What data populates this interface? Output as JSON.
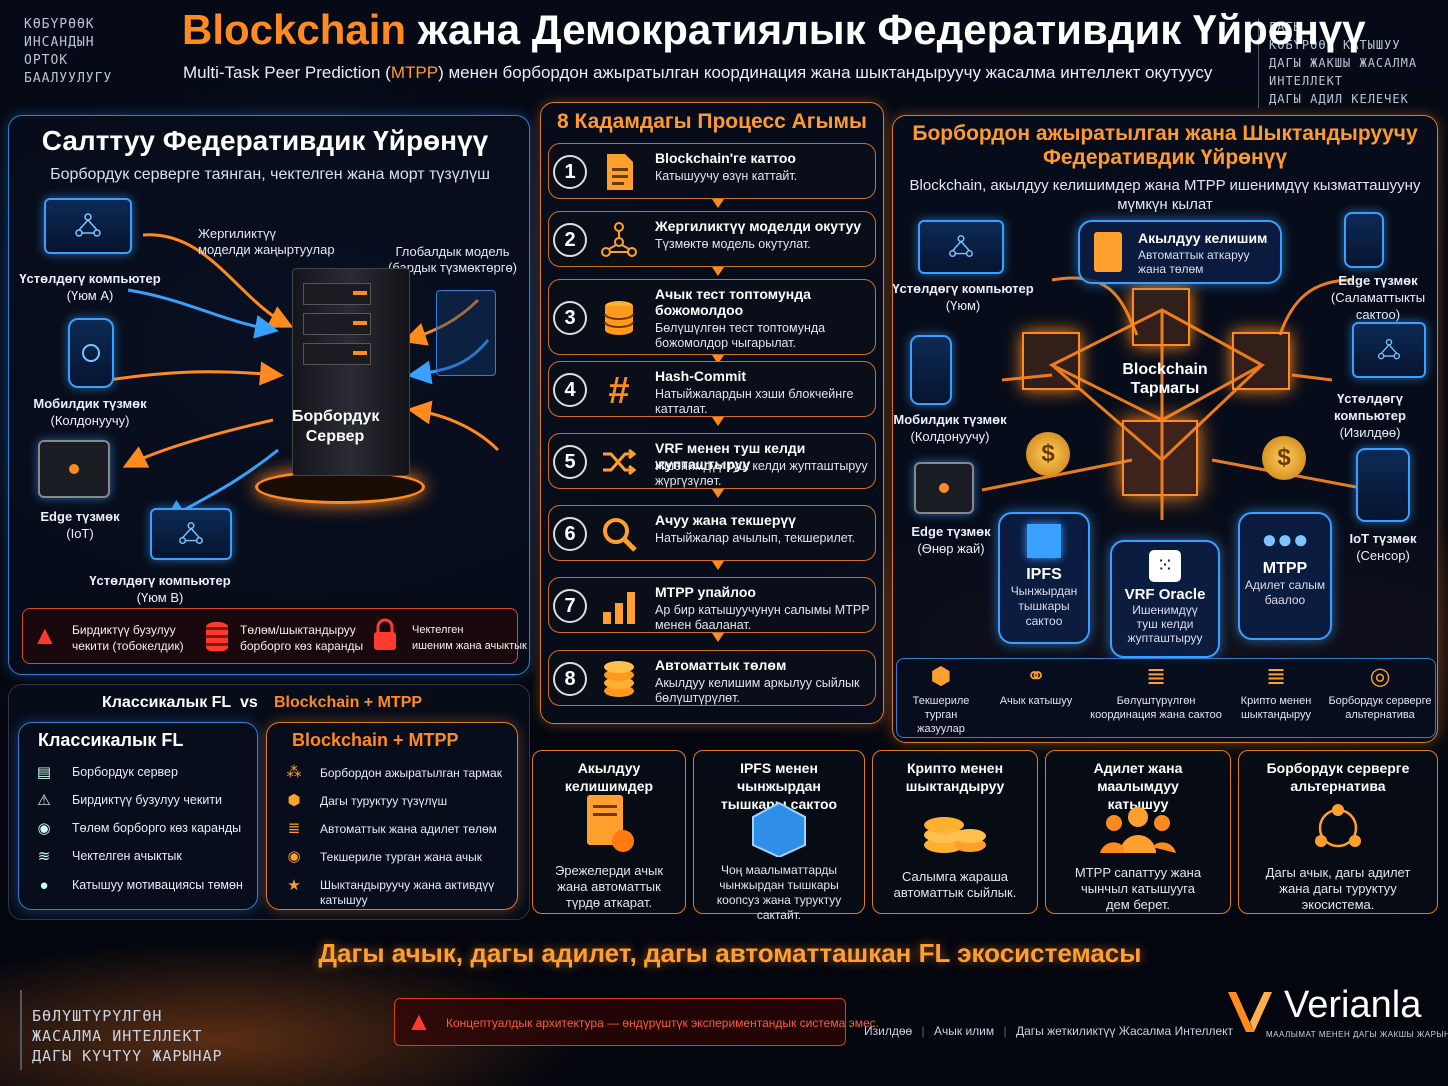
{
  "corner_tl": [
    "КӨБҮРӨӨК",
    "ИНСАНДЫН",
    "ОРТОК",
    "БААЛУУЛУГУ"
  ],
  "corner_tr": [
    "ДАГЫ",
    "КӨБҮРӨӨК КАТЫШУУ",
    "ДАГЫ ЖАКШЫ ЖАСАЛМА ИНТЕЛЛЕКТ",
    "ДАГЫ АДИЛ КЕЛЕЧЕК"
  ],
  "title_highlight": "Blockchain",
  "title_rest": " жана Демократиялык Федеративдик Үйрөнүү",
  "subtitle_a": "Multi-Task Peer Prediction (",
  "subtitle_b": "MTPP",
  "subtitle_c": ") менен борбордон ажыратылган координация жана шыктандыруучу жасалма интеллект окутуусу",
  "left": {
    "title": "Салттуу Федеративдик Үйрөнүү",
    "subtitle": "Борбордук серверге таянган, чектелген жана морт түзүлүш",
    "label_local": "Жергиликтүү\nмоделди жаңыртуулар",
    "label_global": "Глобалдык модель\n(бардык түзмөктөргө)",
    "server": "Борбордук\nСервер",
    "nodes": [
      {
        "t": "Үстөлдөгү компьютер",
        "s": "(Үюм А)"
      },
      {
        "t": "Мобилдик түзмөк",
        "s": "(Колдонуучу)"
      },
      {
        "t": "Edge түзмөк",
        "s": "(IoT)"
      },
      {
        "t": "Үстөлдөгү компьютер",
        "s": "(Үюм В)"
      }
    ],
    "warnings": [
      "Бирдиктүү бузулуу\nчекити (тобокелдик)",
      "Төлөм/шыктандыруу\nборборго көз каранды",
      "Чектелген\nишеним жана ачыктык"
    ]
  },
  "process": {
    "title": "8 Кадамдагы Процесс Агымы",
    "steps": [
      {
        "n": "1",
        "t": "Blockchain'ге каттоо",
        "d": "Катышуучу өзүн каттайт.",
        "icon": "document-icon"
      },
      {
        "n": "2",
        "t": "Жергиликтүү моделди окутуу",
        "d": "Түзмөктө модель окутулат.",
        "icon": "network-icon"
      },
      {
        "n": "3",
        "t": "Ачык тест топтомунда божомолдоо",
        "d": "Бөлүшүлгөн тест топтомунда божомолдор чыгарылат.",
        "icon": "database-icon"
      },
      {
        "n": "4",
        "t": "Hash-Commit",
        "d": "Натыйжалардын хэши блокчейнге катталат.",
        "icon": "hash-icon"
      },
      {
        "n": "5",
        "t": "VRF менен туш келди жупташтыруу",
        "d": "Ишенимдүү туш келди жупташтыруу жүргүзүлөт.",
        "icon": "shuffle-icon"
      },
      {
        "n": "6",
        "t": "Ачуу жана текшерүү",
        "d": "Натыйжалар ачылып, текшерилет.",
        "icon": "search-icon"
      },
      {
        "n": "7",
        "t": "MTPP упайлоо",
        "d": "Ар бир катышуучунун салымы MTPP менен бааланат.",
        "icon": "bar-chart-icon"
      },
      {
        "n": "8",
        "t": "Автоматтык төлөм",
        "d": "Акылдуу келишим аркылуу сыйлык бөлүштүрүлөт.",
        "icon": "coins-icon"
      }
    ]
  },
  "right": {
    "title": "Борбордон ажыратылган жана Шыктандыруучу\nФедеративдик Үйрөнүү",
    "subtitle": "Blockchain, акылдуу келишимдер жана MTPP ишенимдүү кызматташууну\nмүмкүн кылат",
    "contract": {
      "t": "Акылдуу келишим",
      "s": "Автоматтык аткаруу\nжана төлөм"
    },
    "chain": "Blockchain\nТармагы",
    "nodes": [
      {
        "t": "Үстөлдөгү компьютер",
        "s": "(Үюм)"
      },
      {
        "t": "Edge түзмөк",
        "s": "(Саламаттыкты\nсактоо)"
      },
      {
        "t": "Мобилдик түзмөк",
        "s": "(Колдонуучу)"
      },
      {
        "t": "Үстөлдөгү компьютер",
        "s": "(Изилдөө)"
      },
      {
        "t": "Edge түзмөк",
        "s": "(Өнөр жай)"
      },
      {
        "t": "IoT түзмөк",
        "s": "(Сенсор)"
      }
    ],
    "services": [
      {
        "t": "IPFS",
        "s": "Чынжырдан\nтышкары\nсактоо"
      },
      {
        "t": "VRF Oracle",
        "s": "Ишенимдүү\nтуш келди\nжупташтыруу"
      },
      {
        "t": "MTPP",
        "s": "Адилет салым\nбаалоо"
      }
    ],
    "strip": [
      "Текшериле турган\nжазуулар",
      "Ачык катышуу",
      "Бөлүштүрүлгөн\nкоординация жана сактоо",
      "Крипто менен\nшыктандыруу",
      "Борбордук серверге\nальтернатива"
    ]
  },
  "compare": {
    "header_a": "Классикалык FL",
    "header_vs": "vs",
    "header_b": "Blockchain + MTPP",
    "classic_title": "Классикалык FL",
    "classic": [
      "Борбордук сервер",
      "Бирдиктүү бузулуу чекити",
      "Төлөм борборго көз каранды",
      "Чектелген ачыктык",
      "Катышуу мотивациясы төмөн"
    ],
    "bc_title": "Blockchain + MTPP",
    "bc": [
      "Борбордон ажыратылган тармак",
      "Дагы туруктуу түзүлүш",
      "Автоматтык жана адилет төлөм",
      "Текшериле турган жана ачык",
      "Шыктандыруучу жана активдүү\nкатышуу"
    ]
  },
  "features": [
    {
      "t": "Акылдуу келишимдер",
      "d": "Эрежелерди ачык\nжана автоматтык\nтүрдө аткарат."
    },
    {
      "t": "IPFS менен чынжырдан\nтышкары сактоо",
      "d": "Чоң маалыматтарды\nчынжырдан тышкары\nкоопсуз жана туруктуу сактайт."
    },
    {
      "t": "Крипто менен\nшыктандыруу",
      "d": "Салымга жараша\nавтоматтык сыйлык."
    },
    {
      "t": "Адилет жана маалымдуу\nкатышуу",
      "d": "MTPP сапаттуу жана\nчынчыл катышууга\nдем берет."
    },
    {
      "t": "Борбордук серверге\nальтернатива",
      "d": "Дагы ачык, дагы адилет\nжана дагы туруктуу\nэкосистема."
    }
  ],
  "banner": "Дагы ачык, дагы адилет, дагы автоматташкан FL экосистемасы",
  "corner_bl": [
    "БӨЛҮШТҮРҮЛГӨН",
    "ЖАСАЛМА ИНТЕЛЛЕКТ",
    "ДАГЫ КҮЧТҮҮ ЖАРЫНАР"
  ],
  "disclaimer": "Концептуалдык архитектура — өндүрүштүк экспериментандык система эмес.",
  "footer_links": [
    "Изилдөө",
    "Ачык илим",
    "Дагы жеткиликтүү Жасалма Интеллект"
  ],
  "brand": {
    "name": "Verianla",
    "tagline": "МААЛЫМАТ МЕНЕН ДАГЫ ЖАКШЫ ЖАРЫНАР"
  },
  "colors": {
    "accent": "#ff8a1f",
    "blue": "#3aa0ff",
    "bg": "#04070f"
  }
}
